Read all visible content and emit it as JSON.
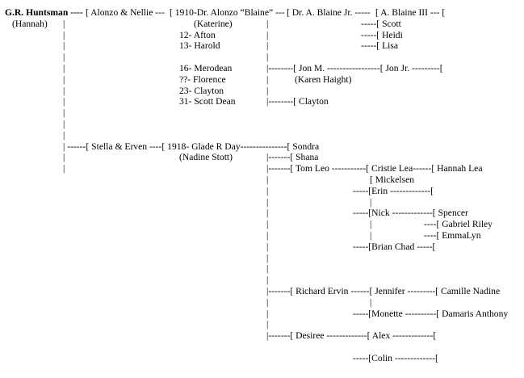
{
  "document": {
    "rows": [
      [
        "G.R. Huntsman ----",
        "[ Alonzo & Nellie ---",
        "[ 1910-Dr. Alonzo “Blaine” ---",
        "[ Dr. A. Blaine Jr. -----",
        "[ A. Blaine III --- ["
      ],
      [
        "(Hannah)",
        "|",
        "(Katerine)",
        "|",
        "-----[ Scott"
      ],
      [
        "|",
        "12- Afton",
        "|",
        "-----[ Heidi"
      ],
      [
        "|",
        "13- Harold",
        "|",
        "-----[ Lisa"
      ],
      [
        "|",
        "|"
      ],
      [
        "|",
        "16- Merodean",
        "|--------[ Jon M. -----------------[ Jon Jr. ---------["
      ],
      [
        "|",
        "??- Florence",
        "|",
        "(Karen Haight)"
      ],
      [
        "|",
        "23- Clayton",
        "|"
      ],
      [
        "|",
        "31- Scott Dean",
        "|--------[ Clayton"
      ],
      [
        "|"
      ],
      [
        "|"
      ],
      [
        "|"
      ],
      [
        "| ------[ Stella & Erven ----[ 1918- Glade R Day---------------[ Sondra"
      ],
      [
        "|",
        "(Nadine Stott)",
        "|-------[ Shana"
      ],
      [
        "|",
        "|-------[ Tom Leo -----------[ Cristie Lea------[ Hannah Lea"
      ],
      [
        "|",
        "[ Mickelsen"
      ],
      [
        "|",
        "-----[Erin -------------["
      ],
      [
        "|",
        "|"
      ],
      [
        "|",
        "-----[Nick -------------[ Spencer"
      ],
      [
        "|",
        "|",
        "----[ Gabriel Riley"
      ],
      [
        "|",
        "|",
        "----[ EmmaLyn"
      ],
      [
        "|",
        "-----[Brian Chad -----["
      ],
      [
        "|"
      ],
      [
        "|"
      ],
      [
        "|"
      ],
      [
        "|-------[ Richard Ervin ------[ Jennifer ---------[ Camille Nadine"
      ],
      [
        "|",
        "|"
      ],
      [
        "|",
        "-----[Monette ----------[ Damaris Anthony"
      ],
      [
        "|"
      ],
      [
        "|-------[ Desiree -------------[ Alex -------------["
      ],
      [],
      [
        "-----[Colin -------------["
      ]
    ]
  }
}
